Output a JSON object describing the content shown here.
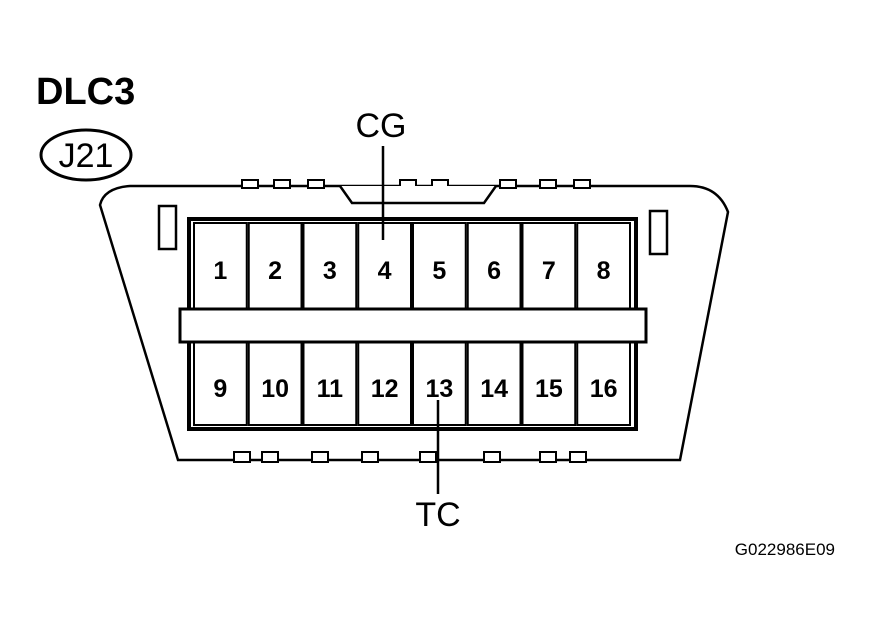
{
  "connector": {
    "title": "DLC3",
    "code": "J21"
  },
  "callouts": {
    "top": "CG",
    "bottom": "TC"
  },
  "pins": {
    "top_row": [
      "1",
      "2",
      "3",
      "4",
      "5",
      "6",
      "7",
      "8"
    ],
    "bottom_row": [
      "9",
      "10",
      "11",
      "12",
      "13",
      "14",
      "15",
      "16"
    ]
  },
  "figure_id": "G022986E09",
  "colors": {
    "ink": "#000000",
    "paper": "#ffffff"
  }
}
